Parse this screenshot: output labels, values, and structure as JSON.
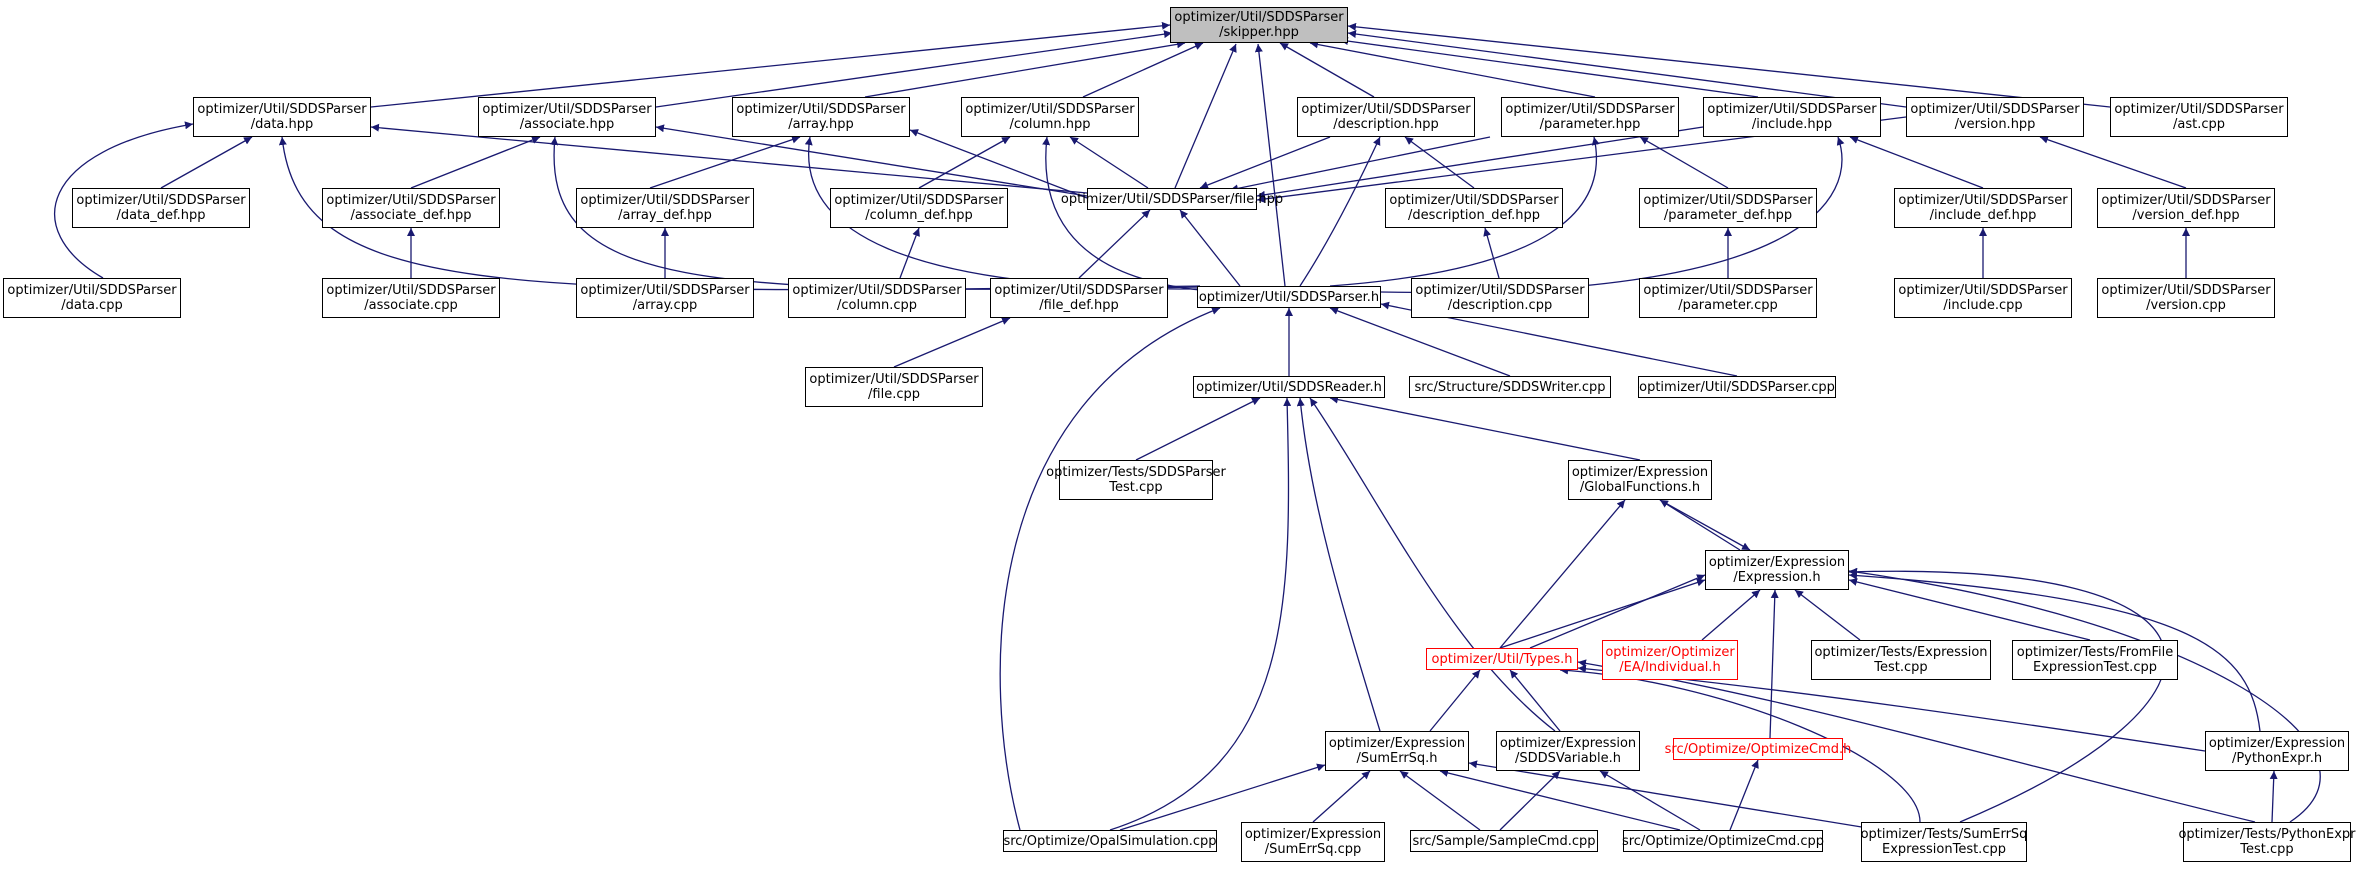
{
  "colors": {
    "edge": "#191970",
    "box": "#000000",
    "root_fill": "#bfbfbf",
    "truncated": "#ff0000"
  },
  "nodes": {
    "skipper_hpp": [
      "optimizer/Util/SDDSParser",
      "/skipper.hpp"
    ],
    "data_hpp": [
      "optimizer/Util/SDDSParser",
      "/data.hpp"
    ],
    "associate_hpp": [
      "optimizer/Util/SDDSParser",
      "/associate.hpp"
    ],
    "array_hpp": [
      "optimizer/Util/SDDSParser",
      "/array.hpp"
    ],
    "column_hpp": [
      "optimizer/Util/SDDSParser",
      "/column.hpp"
    ],
    "description_hpp": [
      "optimizer/Util/SDDSParser",
      "/description.hpp"
    ],
    "parameter_hpp": [
      "optimizer/Util/SDDSParser",
      "/parameter.hpp"
    ],
    "include_hpp": [
      "optimizer/Util/SDDSParser",
      "/include.hpp"
    ],
    "version_hpp": [
      "optimizer/Util/SDDSParser",
      "/version.hpp"
    ],
    "ast_cpp": [
      "optimizer/Util/SDDSParser",
      "/ast.cpp"
    ],
    "data_def_hpp": [
      "optimizer/Util/SDDSParser",
      "/data_def.hpp"
    ],
    "associate_def_hpp": [
      "optimizer/Util/SDDSParser",
      "/associate_def.hpp"
    ],
    "array_def_hpp": [
      "optimizer/Util/SDDSParser",
      "/array_def.hpp"
    ],
    "column_def_hpp": [
      "optimizer/Util/SDDSParser",
      "/column_def.hpp"
    ],
    "file_hpp": [
      "optimizer/Util/SDDSParser/file.hpp"
    ],
    "description_def_hpp": [
      "optimizer/Util/SDDSParser",
      "/description_def.hpp"
    ],
    "parameter_def_hpp": [
      "optimizer/Util/SDDSParser",
      "/parameter_def.hpp"
    ],
    "include_def_hpp": [
      "optimizer/Util/SDDSParser",
      "/include_def.hpp"
    ],
    "version_def_hpp": [
      "optimizer/Util/SDDSParser",
      "/version_def.hpp"
    ],
    "data_cpp": [
      "optimizer/Util/SDDSParser",
      "/data.cpp"
    ],
    "associate_cpp": [
      "optimizer/Util/SDDSParser",
      "/associate.cpp"
    ],
    "array_cpp": [
      "optimizer/Util/SDDSParser",
      "/array.cpp"
    ],
    "column_cpp": [
      "optimizer/Util/SDDSParser",
      "/column.cpp"
    ],
    "file_def_hpp": [
      "optimizer/Util/SDDSParser",
      "/file_def.hpp"
    ],
    "sddsparser_h": [
      "optimizer/Util/SDDSParser.h"
    ],
    "description_cpp": [
      "optimizer/Util/SDDSParser",
      "/description.cpp"
    ],
    "parameter_cpp": [
      "optimizer/Util/SDDSParser",
      "/parameter.cpp"
    ],
    "include_cpp": [
      "optimizer/Util/SDDSParser",
      "/include.cpp"
    ],
    "version_cpp": [
      "optimizer/Util/SDDSParser",
      "/version.cpp"
    ],
    "file_cpp": [
      "optimizer/Util/SDDSParser",
      "/file.cpp"
    ],
    "sddsreader_h": [
      "optimizer/Util/SDDSReader.h"
    ],
    "sddswriter_cpp": [
      "src/Structure/SDDSWriter.cpp"
    ],
    "sddsparser_cpp": [
      "optimizer/Util/SDDSParser.cpp"
    ],
    "sddsparsertest_cpp": [
      "optimizer/Tests/SDDSParser",
      "Test.cpp"
    ],
    "globalfunctions_h": [
      "optimizer/Expression",
      "/GlobalFunctions.h"
    ],
    "expression_h": [
      "optimizer/Expression",
      "/Expression.h"
    ],
    "types_h": [
      "optimizer/Util/Types.h"
    ],
    "individual_h": [
      "optimizer/Optimizer",
      "/EA/Individual.h"
    ],
    "expressiontest_cpp": [
      "optimizer/Tests/Expression",
      "Test.cpp"
    ],
    "fromfileexpressiontest_cpp": [
      "optimizer/Tests/FromFile",
      "ExpressionTest.cpp"
    ],
    "sumerrsq_h": [
      "optimizer/Expression",
      "/SumErrSq.h"
    ],
    "sddsvariable_h": [
      "optimizer/Expression",
      "/SDDSVariable.h"
    ],
    "optimizecmd_h": [
      "src/Optimize/OptimizeCmd.h"
    ],
    "pythonexpr_h": [
      "optimizer/Expression",
      "/PythonExpr.h"
    ],
    "opalsimulation_cpp": [
      "src/Optimize/OpalSimulation.cpp"
    ],
    "sumerrsq_cpp": [
      "optimizer/Expression",
      "/SumErrSq.cpp"
    ],
    "samplecmd_cpp": [
      "src/Sample/SampleCmd.cpp"
    ],
    "optimizecmd_cpp": [
      "src/Optimize/OptimizeCmd.cpp"
    ],
    "sumerrsqexpressiontest_cpp": [
      "optimizer/Tests/SumErrSq",
      "ExpressionTest.cpp"
    ],
    "pythonexprtest_cpp": [
      "optimizer/Tests/PythonExpr",
      "Test.cpp"
    ]
  }
}
